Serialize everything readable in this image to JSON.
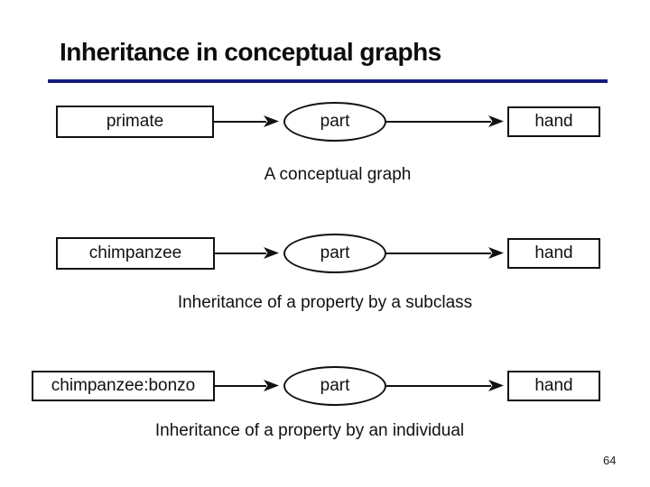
{
  "slide": {
    "title": "Inheritance in conceptual graphs",
    "page_number": "64"
  },
  "colors": {
    "title_text": "#0d0d0d",
    "accent_rule": "#151c7c",
    "diagram_ink": "#111111",
    "background": "#ffffff"
  },
  "diagrams": [
    {
      "subject": "primate",
      "relation": "part",
      "object": "hand",
      "caption": "A conceptual graph"
    },
    {
      "subject": "chimpanzee",
      "relation": "part",
      "object": "hand",
      "caption": "Inheritance of a property by a subclass"
    },
    {
      "subject": "chimpanzee:bonzo",
      "relation": "part",
      "object": "hand",
      "caption": "Inheritance of a property by an individual"
    }
  ]
}
